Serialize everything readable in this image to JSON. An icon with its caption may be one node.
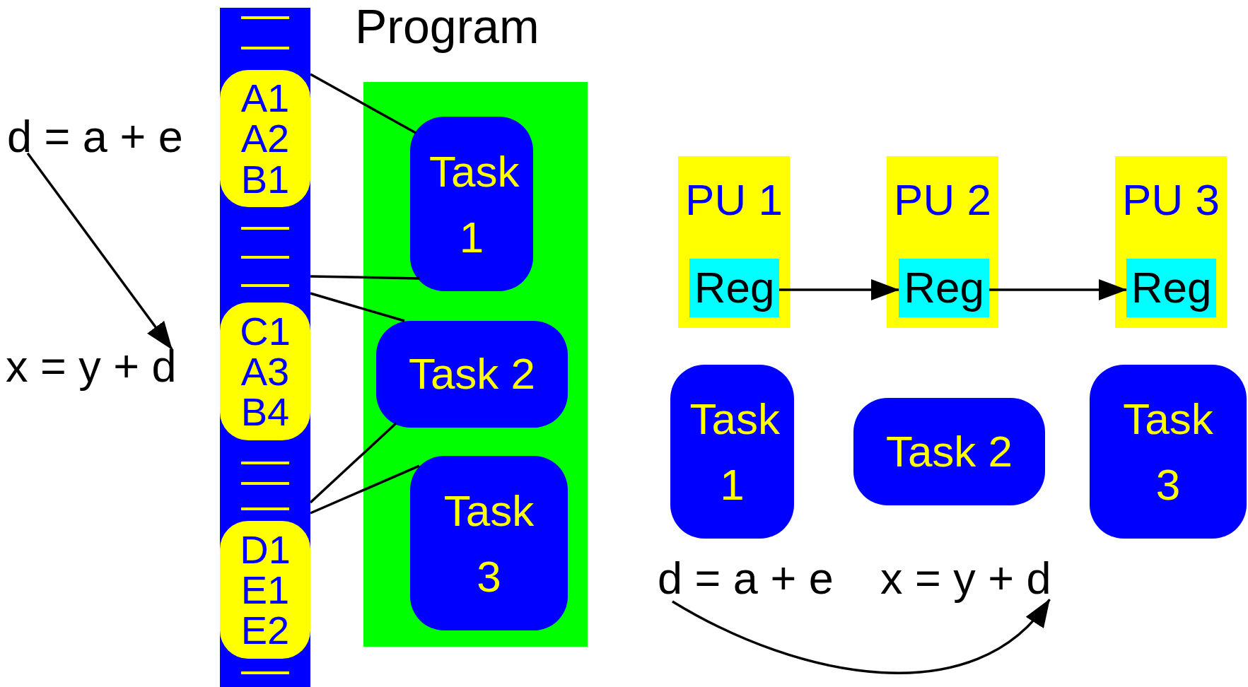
{
  "diagram": {
    "nodes": [
      {
        "text": [],
        "shape": "bar"
      },
      {
        "text": [
          "A1 A2 B1"
        ],
        "in": 0
      },
      {
        "text": [
          "C1 A3 B4"
        ],
        "in": 0
      },
      {
        "text": [
          "D1 E1 E2"
        ],
        "in": 0
      },
      {
        "text": [
          "Program"
        ]
      },
      {
        "text": [
          "Task 1"
        ],
        "in": 4
      },
      {
        "text": [
          "Task 2"
        ],
        "in": 4
      },
      {
        "text": [
          "Task 3"
        ],
        "in": 4
      },
      {
        "text": [
          "d = a + e"
        ]
      },
      {
        "text": [
          "x = y + d"
        ]
      },
      {
        "text": [
          "PU 1"
        ]
      },
      {
        "text": [
          "Reg"
        ],
        "in": 10
      },
      {
        "text": [
          "PU 2"
        ]
      },
      {
        "text": [
          "Reg"
        ],
        "in": 12
      },
      {
        "text": [
          "PU 3"
        ]
      },
      {
        "text": [
          "Reg"
        ],
        "in": 14
      },
      {
        "text": [
          "Task 1"
        ]
      },
      {
        "text": [
          "Task 2"
        ]
      },
      {
        "text": [
          "Task 3"
        ]
      },
      {
        "text": [
          "d = a + e"
        ]
      },
      {
        "text": [
          "x = y + d"
        ]
      }
    ],
    "edges": [
      {
        "from": 1,
        "to": 5,
        "arrow": "none"
      },
      {
        "from": 0,
        "to": 5,
        "arrow": "none"
      },
      {
        "from": 0,
        "to": 6,
        "arrow": "none"
      },
      {
        "from": 0,
        "to": 6,
        "arrow": "none"
      },
      {
        "from": 0,
        "to": 7,
        "arrow": "none"
      },
      {
        "from": 8,
        "to": 9,
        "arrow": "to"
      },
      {
        "from": 11,
        "to": 13,
        "arrow": "to"
      },
      {
        "from": 13,
        "to": 15,
        "arrow": "to"
      },
      {
        "from": 19,
        "to": 20,
        "arrow": "to"
      }
    ]
  }
}
